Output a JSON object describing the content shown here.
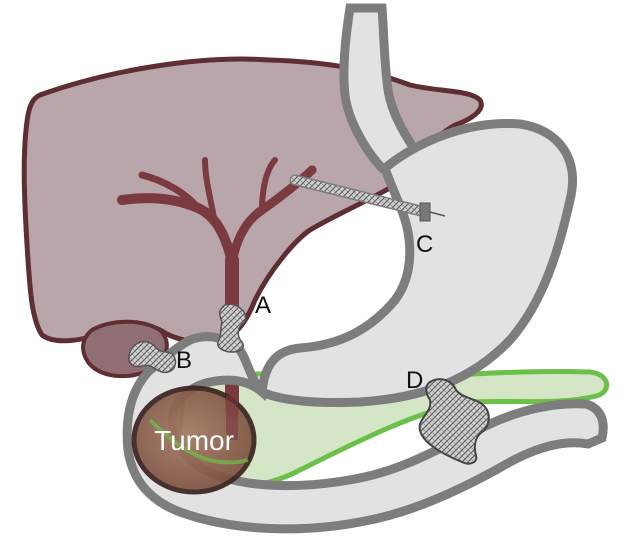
{
  "figure": {
    "labels": {
      "a": "A",
      "b": "B",
      "c": "C",
      "d": "D",
      "tumor": "Tumor"
    },
    "colors": {
      "liver_fill": "#b9a6aa",
      "liver_outline": "#5e2e33",
      "bile_duct": "#7a3a40",
      "gi_fill": "#e2e2e2",
      "gi_outline": "#7d7d7d",
      "pancreas_outline": "#6cc04a",
      "pancreas_fill": "#d5e6c6",
      "tumor_fill": "#8c5f4c",
      "tumor_outline": "#3a2320",
      "stent": "#9a9a9a"
    },
    "icons": {
      "stent_a": "stent-icon",
      "stent_b": "stent-icon",
      "stent_c": "stent-icon",
      "stent_d": "stent-icon"
    }
  }
}
